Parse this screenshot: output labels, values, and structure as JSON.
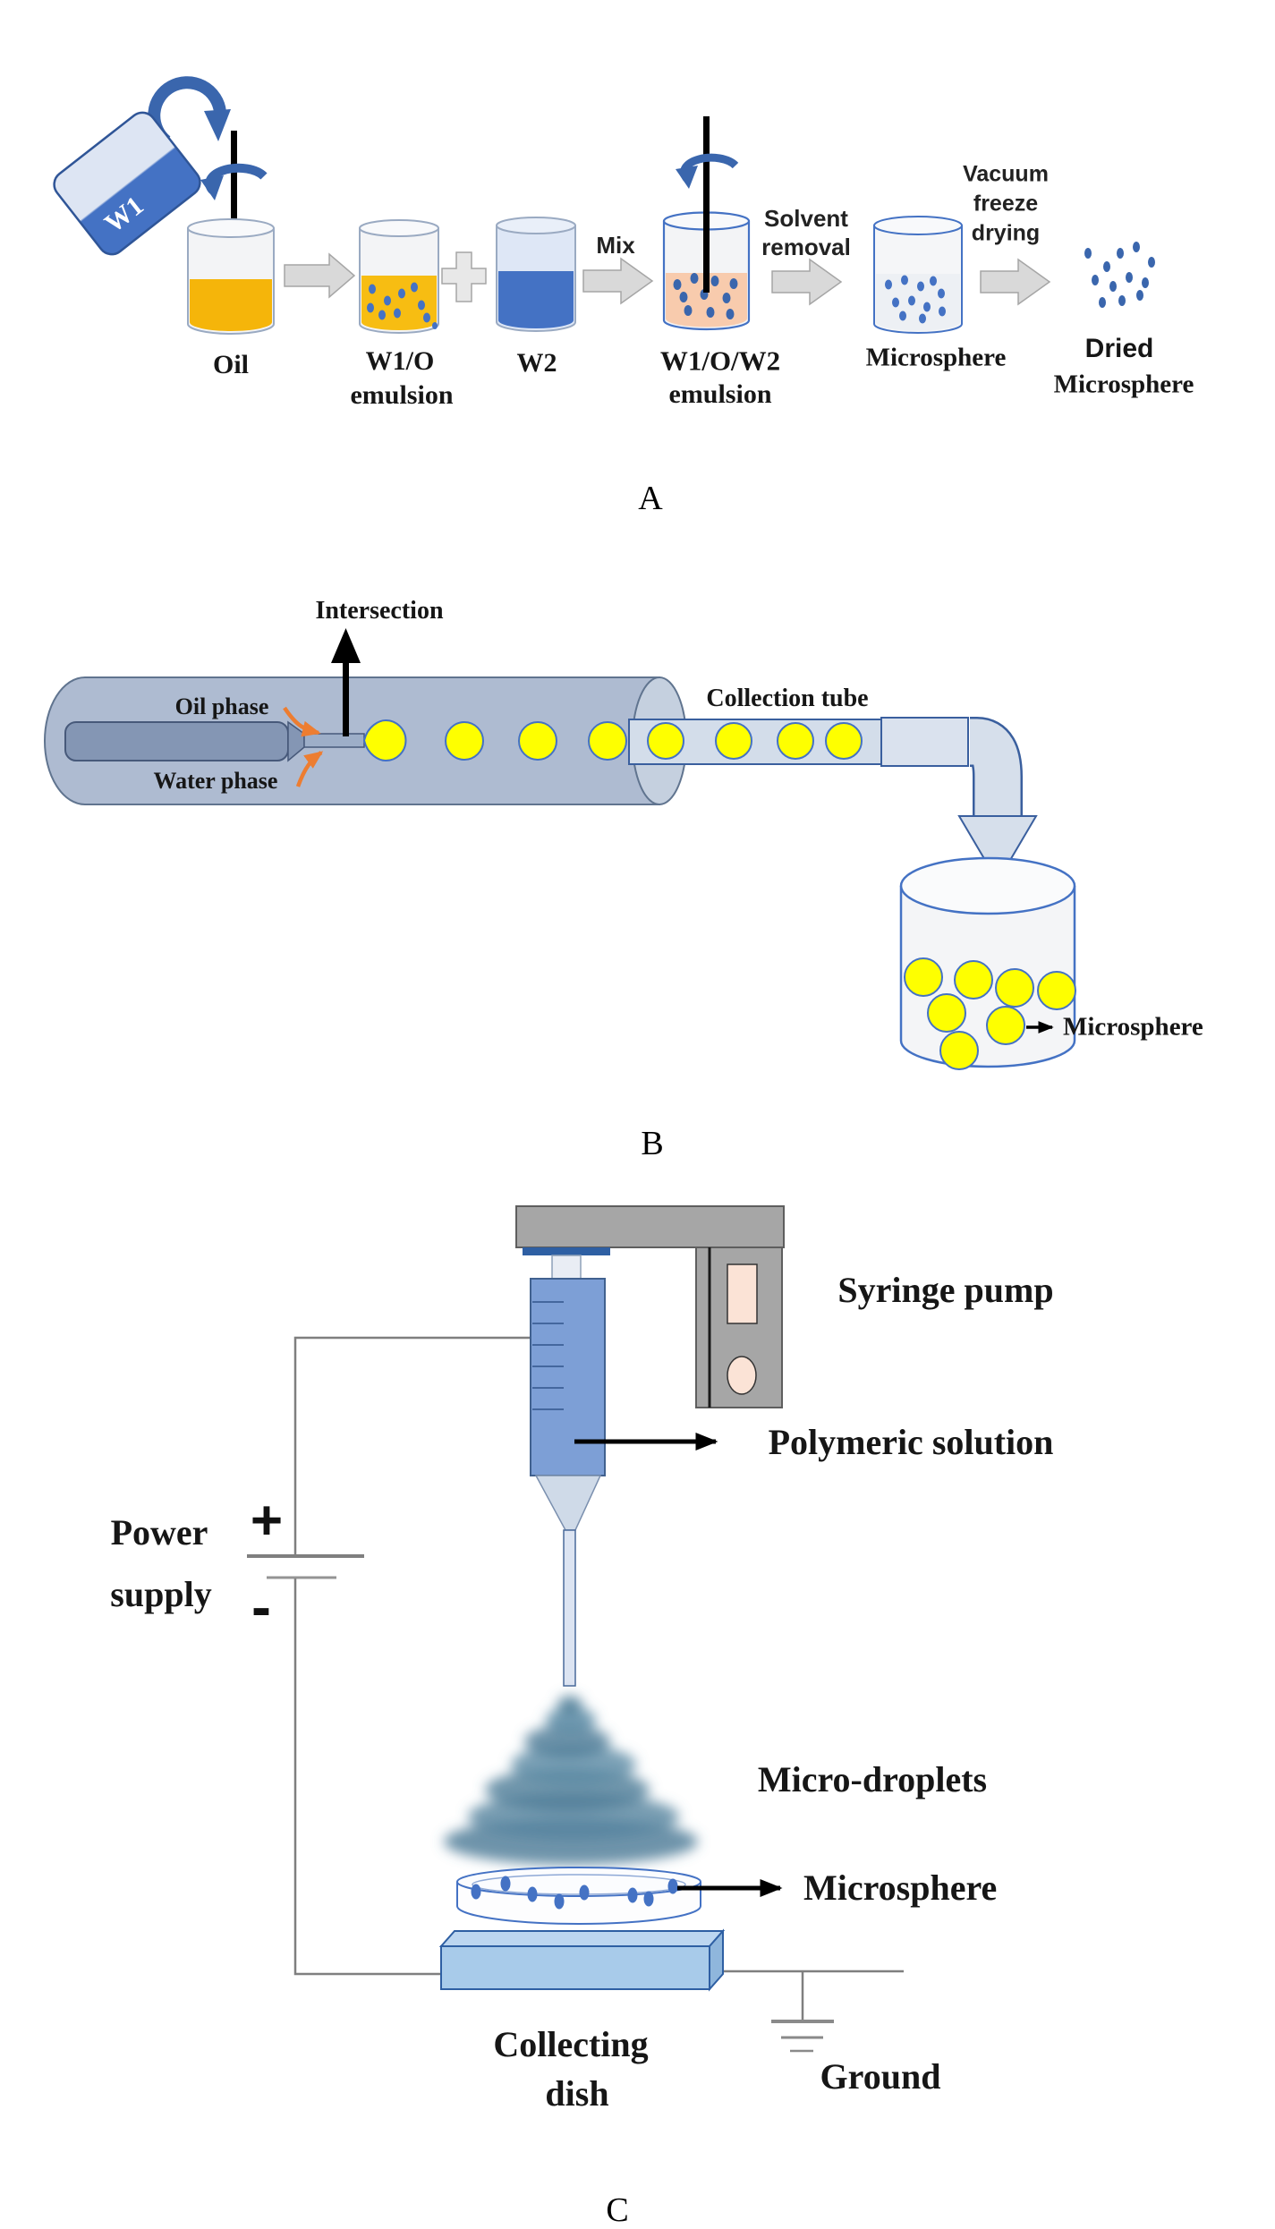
{
  "figure": {
    "panelA": {
      "letter": "A",
      "cup_label": "W1",
      "labels": {
        "oil": "Oil",
        "w1o_line1": "W1/O",
        "w1o_line2": "emulsion",
        "w2": "W2",
        "w1ow2_line1": "W1/O/W2",
        "w1ow2_line2": "emulsion",
        "microsphere": "Microsphere",
        "dried_line1": "Dried",
        "dried_line2": "Microsphere"
      },
      "steps": {
        "mix": "Mix",
        "solvent_line1": "Solvent",
        "solvent_line2": "removal",
        "vacuum_line1": "Vacuum",
        "vacuum_line2": "freeze",
        "vacuum_line3": "drying"
      }
    },
    "panelB": {
      "letter": "B",
      "labels": {
        "intersection": "Intersection",
        "oil_phase": "Oil phase",
        "water_phase": "Water phase",
        "collection_tube": "Collection tube",
        "microsphere": "Microsphere"
      }
    },
    "panelC": {
      "letter": "C",
      "labels": {
        "syringe_pump": "Syringe pump",
        "polymeric_solution": "Polymeric solution",
        "power_line1": "Power",
        "power_line2": "supply",
        "plus": "+",
        "minus": "-",
        "micro_droplets": "Micro-droplets",
        "microsphere": "Microsphere",
        "collecting_line1": "Collecting",
        "collecting_line2": "dish",
        "ground": "Ground"
      }
    },
    "colors": {
      "accent_blue": "#4472C4",
      "dark_blue": "#2F5597",
      "oil_yellow": "#F5B50A",
      "droplet_yellow": "#FEFF00",
      "peach_emulsion": "#F8CBAD",
      "tube_gray_blue": "#AEBBD1",
      "block_arrow_gray": "#D9D9D9",
      "pump_gray": "#A6A6A6",
      "spray_teal": "#4E7C97",
      "flow_orange": "#ED7D31"
    }
  }
}
